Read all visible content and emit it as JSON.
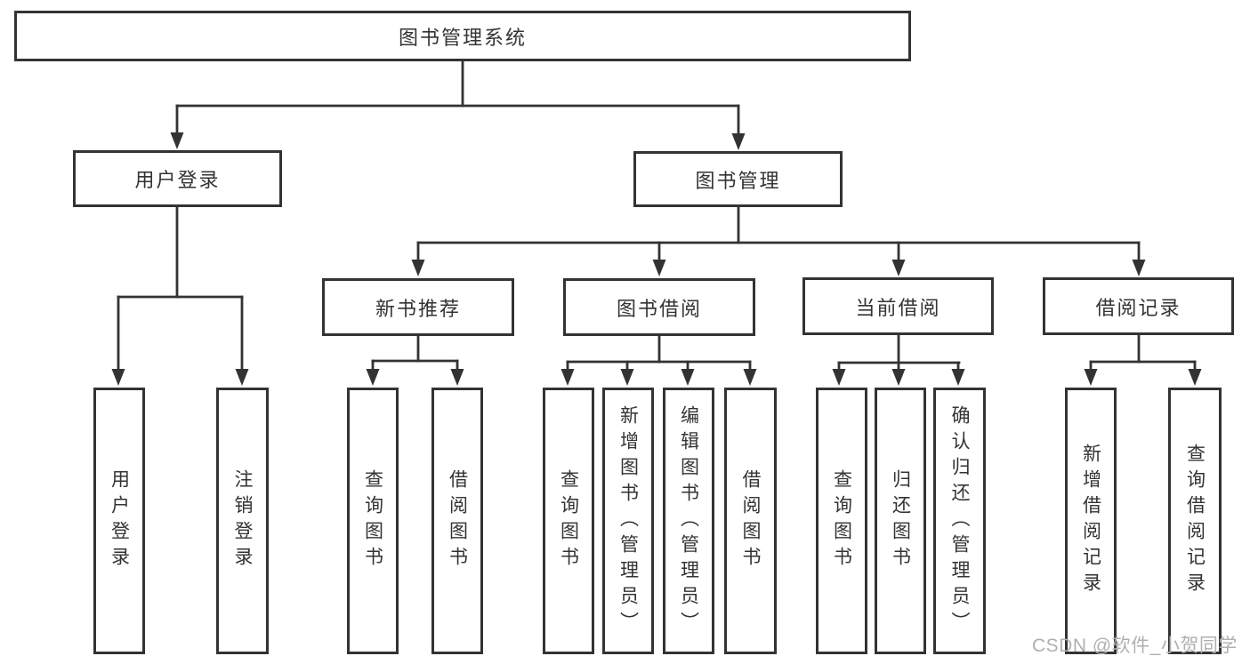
{
  "diagram": {
    "title_node": {
      "label": "图书管理系统"
    },
    "branches": [
      {
        "label": "用户登录",
        "children": [
          {
            "label": "用户登录"
          },
          {
            "label": "注销登录"
          }
        ]
      },
      {
        "label": "图书管理",
        "groups": [
          {
            "label": "新书推荐",
            "children": [
              {
                "label": "查询图书"
              },
              {
                "label": "借阅图书"
              }
            ]
          },
          {
            "label": "图书借阅",
            "children": [
              {
                "label": "查询图书"
              },
              {
                "label": "新增图书（管理员）"
              },
              {
                "label": "编辑图书（管理员）"
              },
              {
                "label": "借阅图书"
              }
            ]
          },
          {
            "label": "当前借阅",
            "children": [
              {
                "label": "查询图书"
              },
              {
                "label": "归还图书"
              },
              {
                "label": "确认归还（管理员）"
              }
            ]
          },
          {
            "label": "借阅记录",
            "children": [
              {
                "label": "新增借阅记录"
              },
              {
                "label": "查询借阅记录"
              }
            ]
          }
        ]
      }
    ],
    "colors": {
      "line": "#333333",
      "box_border": "#333333",
      "text": "#333333",
      "background": "#ffffff",
      "watermark": "#b0b0b0"
    }
  },
  "watermark": {
    "text": "CSDN @软件_小贺同学"
  }
}
